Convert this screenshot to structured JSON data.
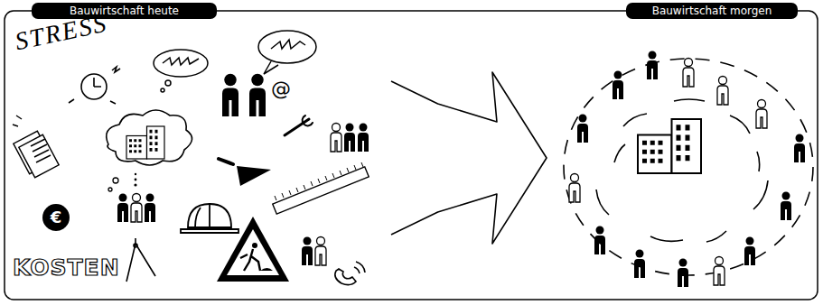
{
  "diagram": {
    "nodes": [
      {
        "text": [
          "Bauwirtschaft heute"
        ]
      },
      {
        "text": [
          "Bauwirtschaft morgen"
        ]
      }
    ],
    "edges": [
      {
        "from": 0,
        "to": 1,
        "arrow": "to"
      }
    ],
    "labels": [
      "STRESS",
      "@",
      "€",
      "KOSTEN"
    ]
  }
}
